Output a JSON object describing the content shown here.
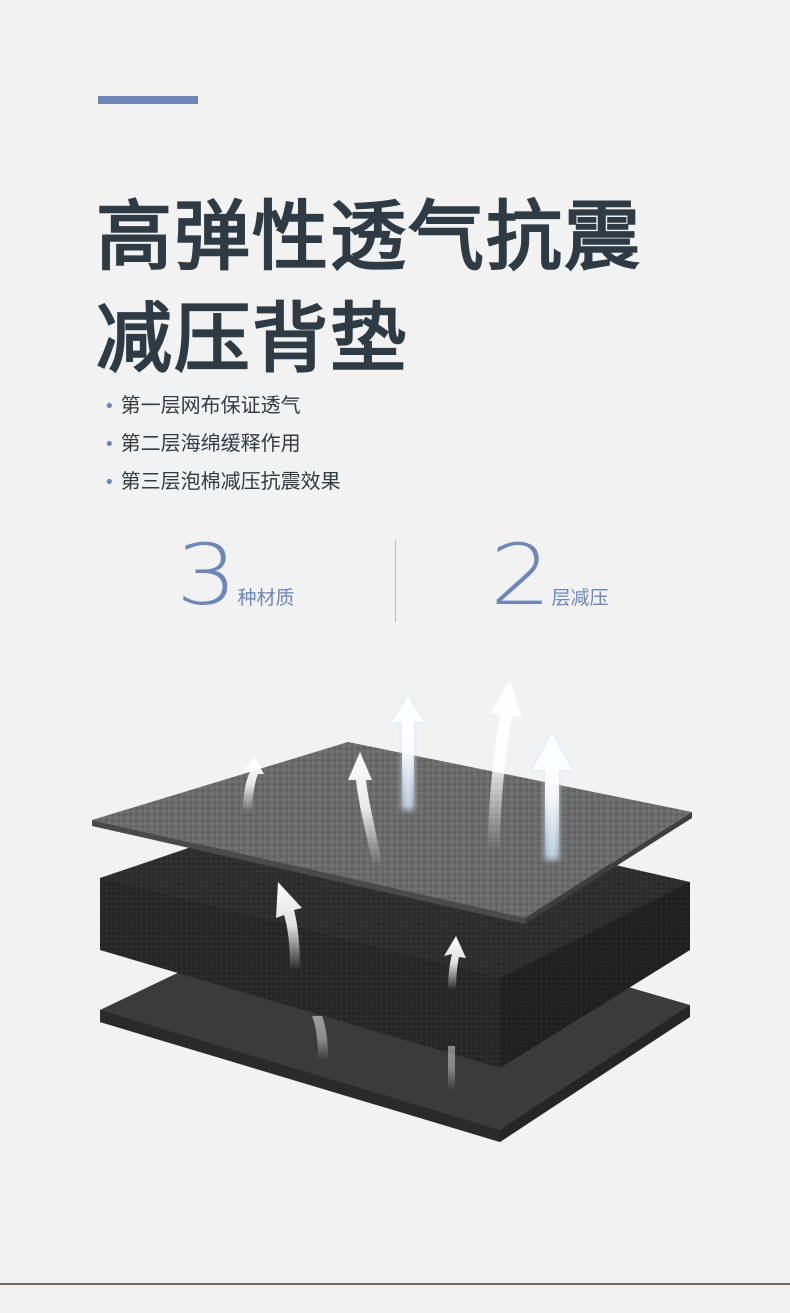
{
  "title": {
    "line1": "高弹性透气抗震",
    "line2": "减压背垫"
  },
  "features": [
    "第一层网布保证透气",
    "第二层海绵缓释作用",
    "第三层泡棉减压抗震效果"
  ],
  "bullet": "•",
  "stats": [
    {
      "number": "3",
      "unit": "种材质"
    },
    {
      "number": "2",
      "unit": "层减压"
    }
  ],
  "colors": {
    "accent": "#6f86b8",
    "title": "#2e3a44",
    "background": "#f2f2f2"
  }
}
